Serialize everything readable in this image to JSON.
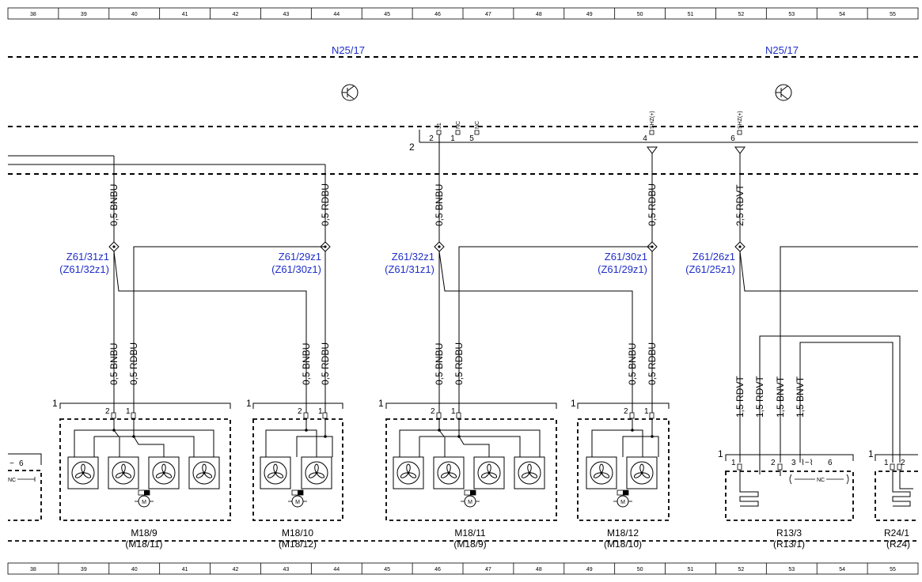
{
  "grid": {
    "numbers": [
      "38",
      "39",
      "40",
      "41",
      "42",
      "43",
      "44",
      "45",
      "46",
      "47",
      "48",
      "49",
      "50",
      "51",
      "52",
      "53",
      "54",
      "55"
    ]
  },
  "control_units": [
    {
      "label": "N25/17"
    },
    {
      "label": "N25/17"
    }
  ],
  "connector": {
    "number": "2",
    "pins": [
      {
        "pin": "2",
        "function": "31"
      },
      {
        "pin": "1",
        "function": "NC"
      },
      {
        "pin": "5",
        "function": "NC"
      },
      {
        "pin": "4",
        "function": "SHZ(+)"
      },
      {
        "pin": "6",
        "function": "SHZ(+)"
      }
    ]
  },
  "wires_upper": [
    {
      "label": "0,5 BNBU"
    },
    {
      "label": "0,5 RDBU"
    },
    {
      "label": "0,5 BNBU"
    },
    {
      "label": "0,5 RDBU"
    },
    {
      "label": "2,5 RDVT"
    }
  ],
  "splices": [
    {
      "label": "Z61/31z1",
      "alt": "(Z61/32z1)"
    },
    {
      "label": "Z61/29z1",
      "alt": "(Z61/30z1)"
    },
    {
      "label": "Z61/32z1",
      "alt": "(Z61/31z1)"
    },
    {
      "label": "Z61/30z1",
      "alt": "(Z61/29z1)"
    },
    {
      "label": "Z61/26z1",
      "alt": "(Z61/25z1)"
    }
  ],
  "wires_lower": [
    {
      "label": "0,5 BNBU"
    },
    {
      "label": "0,5 RDBU"
    },
    {
      "label": "0,5 BNBU"
    },
    {
      "label": "0,5 RDBU"
    },
    {
      "label": "0,5 BNBU"
    },
    {
      "label": "0,5 RDBU"
    },
    {
      "label": "0,5 BNBU"
    },
    {
      "label": "0,5 RDBU"
    },
    {
      "label": "1,5 RDVT"
    },
    {
      "label": "1,5 RDVT"
    },
    {
      "label": "1,5 BNVT"
    },
    {
      "label": "1,5 BNVT"
    }
  ],
  "components": [
    {
      "label": "M18/9",
      "alt": "(M18/11)",
      "connector": "1",
      "pin_a": "2",
      "pin_b": "1"
    },
    {
      "label": "M18/10",
      "alt": "(M18/12)",
      "connector": "1",
      "pin_a": "2",
      "pin_b": "1"
    },
    {
      "label": "M18/11",
      "alt": "(M18/9)",
      "connector": "1",
      "pin_a": "2",
      "pin_b": "1"
    },
    {
      "label": "M18/12",
      "alt": "(M18/10)",
      "connector": "1",
      "pin_a": "2",
      "pin_b": "1"
    },
    {
      "label": "R13/3",
      "alt": "(R13/1)",
      "connector": "1",
      "pin_a": "1",
      "pin_b": "2",
      "pin_c": "3",
      "pin_d": "6",
      "nc": "NC"
    },
    {
      "label": "R24/1",
      "alt": "(R24)",
      "connector": "1",
      "pin_a": "1",
      "pin_b": "2"
    }
  ],
  "left_partial": {
    "pin": "6",
    "nc": "NC"
  },
  "motor_symbol": "M",
  "colors": {
    "link_text": "#1f2ec8",
    "line": "#000000"
  },
  "icons": [
    "transistor-icon",
    "fan-icon",
    "motor-icon",
    "heater-element-icon",
    "splice-diamond-icon"
  ]
}
